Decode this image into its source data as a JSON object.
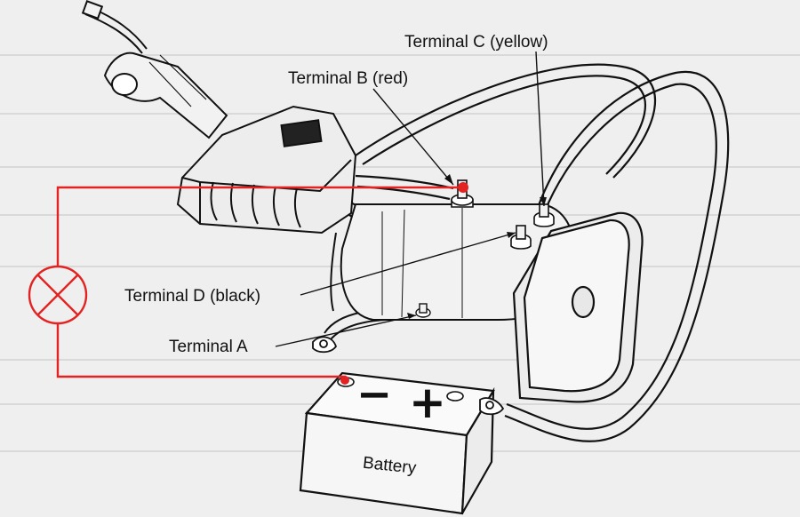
{
  "labels": {
    "terminal_a": "Terminal A",
    "terminal_b": "Terminal B (red)",
    "terminal_c": "Terminal C (yellow)",
    "terminal_d": "Terminal D (black)",
    "battery": "Battery",
    "minus": "−",
    "plus": "+"
  },
  "colors": {
    "test_circuit": "#e32222",
    "ink": "#111111",
    "paper": "#efefef"
  },
  "icons": {
    "test_lamp": "lamp-circle-x-icon"
  }
}
